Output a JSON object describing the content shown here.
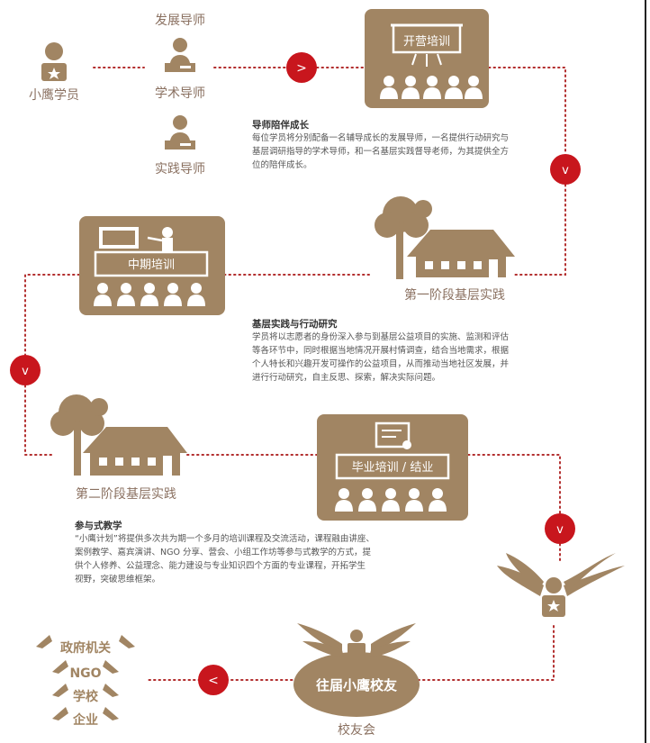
{
  "colors": {
    "brand_brown": "#a18563",
    "accent_red": "#c8161d",
    "dot_red": "#b22d2d",
    "label_brown": "#8a7060"
  },
  "nodes": {
    "trainee": "小鹰学员",
    "mentor_dev": "发展导师",
    "mentor_academic": "学术导师",
    "mentor_practice": "实践导师",
    "opening_training": "开营培训",
    "stage1_practice": "第一阶段基层实践",
    "midterm_training": "中期培训",
    "stage2_practice": "第二阶段基层实践",
    "graduation_training": "毕业培训 / 结业",
    "alumni": "往届小鹰校友",
    "alumni_association": "校友会"
  },
  "arrows": {
    "next": ">",
    "down": "v",
    "back": "<"
  },
  "sections": {
    "mentor": {
      "title": "导师陪伴成长",
      "lines": [
        "每位学员将分别配备一名辅导成长的发展导师，一名提供行动研究与",
        "基层调研指导的学术导师，和一名基层实践督导老师，为其提供全方",
        "位的陪伴成长。"
      ]
    },
    "practice": {
      "title": "基层实践与行动研究",
      "lines": [
        "学员将以志愿者的身份深入参与到基层公益项目的实施、监测和评估",
        "等各环节中，同时根据当地情况开展村情调查，结合当地需求，根据",
        "个人特长和兴趣开发可操作的公益项目，从而推动当地社区发展，并",
        "进行行动研究，自主反思、探索，解决实际问题。"
      ]
    },
    "participatory": {
      "title": "参与式教学",
      "lines": [
        "“小鹰计划”将提供多次共为期一个多月的培训课程及交流活动，课程融由讲座、",
        "案例教学、嘉宾演讲、NGO 分享、营会、小组工作坊等参与式教学的方式，提",
        "供个人修养、公益理念、能力建设与专业知识四个方面的专业课程，开拓学生",
        "视野，突破思维框架。"
      ]
    }
  },
  "destinations": [
    "政府机关",
    "NGO",
    "学校",
    "企业"
  ]
}
